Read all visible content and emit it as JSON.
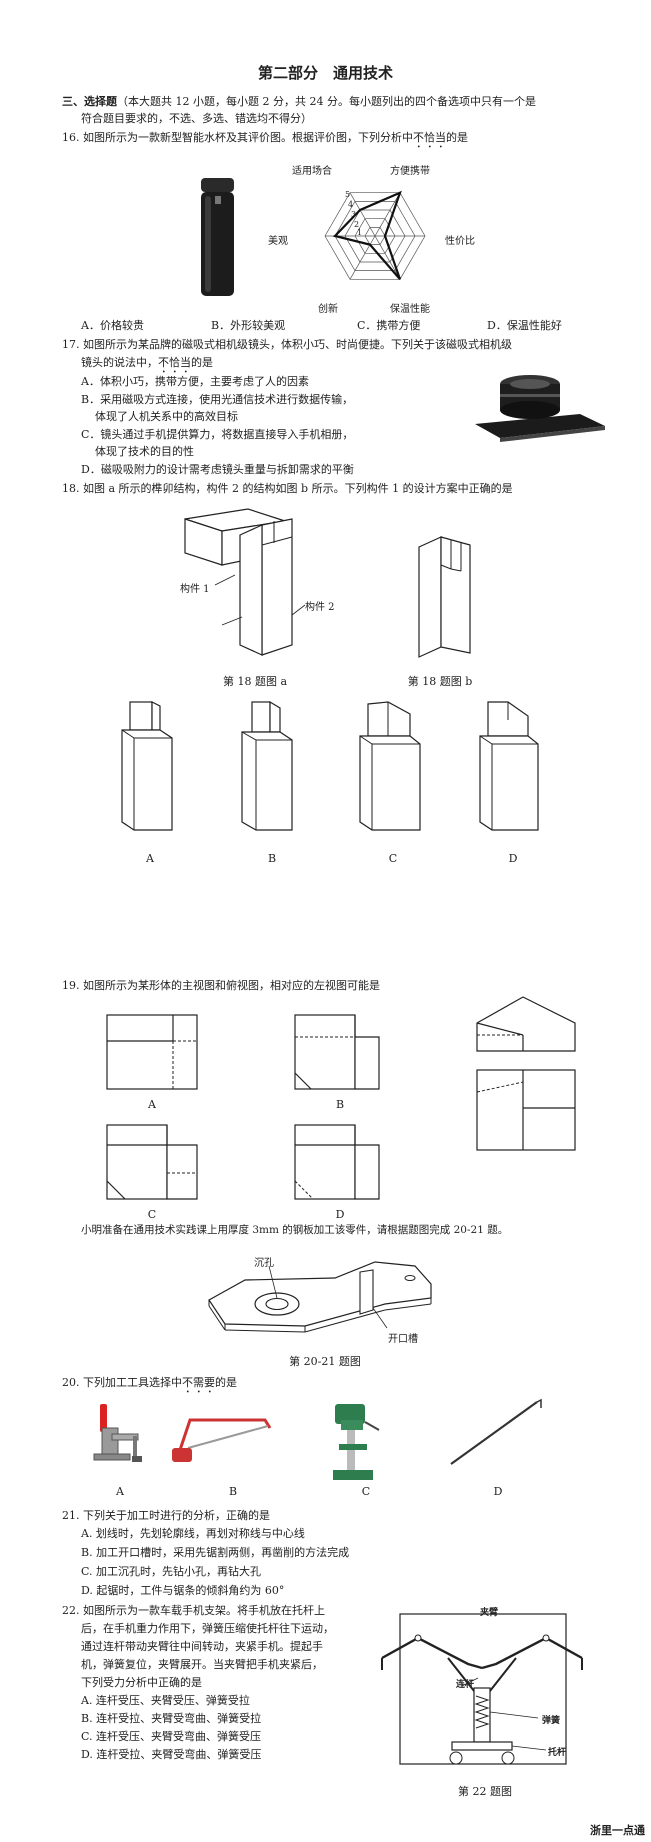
{
  "part_title": "第二部分　通用技术",
  "section3": {
    "heading": "三、选择题",
    "desc1": "（本大题共 12 小题，每小题 2 分，共 24 分。每小题列出的四个备选项中只有一个是",
    "desc2": "符合题目要求的，不选、多选、错选均不得分）"
  },
  "q16": {
    "num": "16.",
    "stem_a": "如图所示为一款新型智能水杯及其评价图。根据评价图，下列分析中",
    "stem_em": "不恰当",
    "stem_b": "的是",
    "radar_labels": [
      "适用场合",
      "方便携带",
      "性价比",
      "保温性能",
      "创新",
      "美观"
    ],
    "radar_ticks": [
      "5",
      "4",
      "3",
      "2",
      "1"
    ],
    "radar_values": [
      3,
      5,
      1,
      5,
      1,
      4
    ],
    "options": [
      "A．价格较贵",
      "B．外形较美观",
      "C．携带方便",
      "D．保温性能好"
    ]
  },
  "q17": {
    "num": "17.",
    "stem1": "如图所示为某品牌的磁吸式相机级镜头，体积小巧、时尚便捷。下列关于该磁吸式相机级",
    "stem2_a": "镜头的说法中，",
    "stem2_em": "不恰当",
    "stem2_b": "的是",
    "optA": "A．体积小巧，携带方便，主要考虑了人的因素",
    "optB1": "B．采用磁吸方式连接，使用光通信技术进行数据传输，",
    "optB2": "体现了人机关系中的高效目标",
    "optC1": "C．镜头通过手机提供算力，将数据直接导入手机相册，",
    "optC2": "体现了技术的目的性",
    "optD": "D．磁吸吸附力的设计需考虑镜头重量与拆卸需求的平衡"
  },
  "q18": {
    "num": "18.",
    "stem": "如图 a 所示的榫卯结构，构件 2 的结构如图 b 所示。下列构件 1 的设计方案中正确的是",
    "label1": "构件 1",
    "label2": "构件 2",
    "cap_a": "第 18 题图 a",
    "cap_b": "第 18 题图 b",
    "opts": [
      "A",
      "B",
      "C",
      "D"
    ]
  },
  "q19": {
    "num": "19.",
    "stem": "如图所示为某形体的主视图和俯视图，相对应的左视图可能是",
    "opts": [
      "A",
      "B",
      "C",
      "D"
    ]
  },
  "intro2021": {
    "text": "小明准备在通用技术实践课上用厚度 3mm 的钢板加工该零件，请根据题图完成 20-21 题。",
    "label_hole": "沉孔",
    "label_slot": "开口槽",
    "cap": "第 20-21 题图"
  },
  "q20": {
    "num": "20.",
    "stem_a": "下列加工工具选择中",
    "stem_em": "不需要",
    "stem_b": "的是",
    "opts": [
      "A",
      "B",
      "C",
      "D"
    ]
  },
  "q21": {
    "num": "21.",
    "stem": "下列关于加工时进行的分析，正确的是",
    "options": [
      "A. 划线时，先划轮廓线，再划对称线与中心线",
      "B. 加工开口槽时，采用先锯割两侧，再凿削的方法完成",
      "C. 加工沉孔时，先钻小孔，再钻大孔",
      "D. 起锯时，工件与锯条的倾斜角约为 60°"
    ]
  },
  "q22": {
    "num": "22.",
    "stem": [
      "如图所示为一款车载手机支架。将手机放在托杆上",
      "后，在手机重力作用下，弹簧压缩使托杆往下运动，",
      "通过连杆带动夹臂往中间转动，夹紧手机。提起手",
      "机，弹簧复位，夹臂展开。当夹臂把手机夹紧后，",
      "下列受力分析中正确的是"
    ],
    "options": [
      "A. 连杆受压、夹臂受压、弹簧受拉",
      "B. 连杆受拉、夹臂受弯曲、弹簧受拉",
      "C. 连杆受压、夹臂受弯曲、弹簧受压",
      "D. 连杆受拉、夹臂受弯曲、弹簧受压"
    ],
    "label_arm": "夹臂",
    "label_link": "连杆",
    "label_spring": "弹簧",
    "label_bar": "托杆",
    "cap": "第 22 题图"
  },
  "footer": "浙里一点通"
}
